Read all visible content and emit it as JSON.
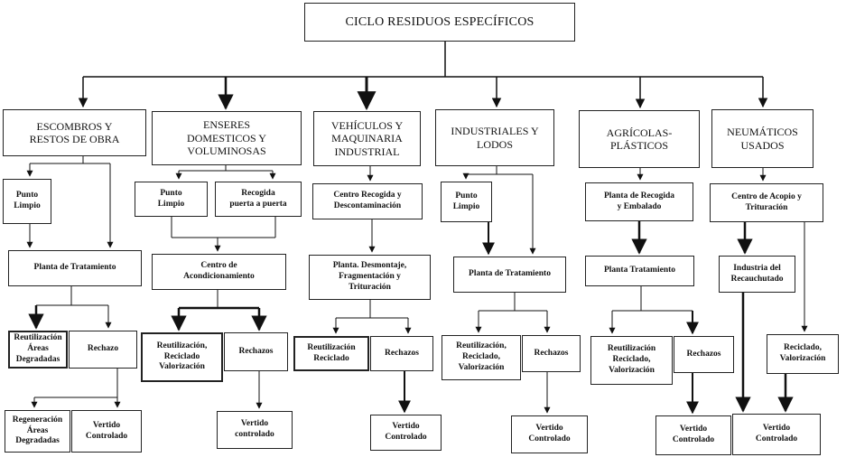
{
  "title": "CICLO RESIDUOS ESPECÍFICOS",
  "categories": {
    "escombros": "ESCOMBROS Y\nRESTOS DE OBRA",
    "enseres": "ENSERES\nDOMESTICOS Y\nVOLUMINOSAS",
    "vehiculos": "VEHÍCULOS Y\nMAQUINARIA\nINDUSTRIAL",
    "industriales": "INDUSTRIALES Y\nLODOS",
    "agricolas": "AGRÍCOLAS-\nPLÁSTICOS",
    "neumaticos": "NEUMÁTICOS\nUSADOS"
  },
  "escombros": {
    "punto_limpio": "Punto\nLimpio",
    "planta": "Planta de Tratamiento",
    "reutilizacion": "Reutilización\nÁreas\nDegradadas",
    "rechazo": "Rechazo",
    "regeneracion": "Regeneración\nÁreas\nDegradadas",
    "vertido": "Vertido\nControlado"
  },
  "enseres": {
    "punto_limpio": "Punto\nLimpio",
    "recogida": "Recogida\npuerta a puerta",
    "centro": "Centro de\nAcondicionamiento",
    "reutilizacion": "Reutilización,\nReciclado\nValorización",
    "rechazos": "Rechazos",
    "vertido": "Vertido\ncontrolado"
  },
  "vehiculos": {
    "centro": "Centro Recogida y\nDescontaminación",
    "planta": "Planta. Desmontaje,\nFragmentación y\nTrituración",
    "reutilizacion": "Reutilización\nReciclado",
    "rechazos": "Rechazos",
    "vertido": "Vertido\nControlado"
  },
  "industriales": {
    "punto_limpio": "Punto\nLimpio",
    "planta": "Planta de Tratamiento",
    "reutilizacion": "Reutilización,\nReciclado,\nValorización",
    "rechazos": "Rechazos",
    "vertido": "Vertido\nControlado"
  },
  "agricolas": {
    "planta_recogida": "Planta de Recogida\ny Embalado",
    "planta_tratamiento": "Planta Tratamiento",
    "reutilizacion": "Reutilización\nReciclado,\nValorización",
    "rechazos": "Rechazos",
    "vertido": "Vertido\nControlado"
  },
  "neumaticos": {
    "centro": "Centro de Acopio y\nTrituración",
    "industria": "Industria del\nRecauchutado",
    "reciclado": "Reciclado,\nValorización",
    "vertido": "Vertido\nControlado"
  }
}
